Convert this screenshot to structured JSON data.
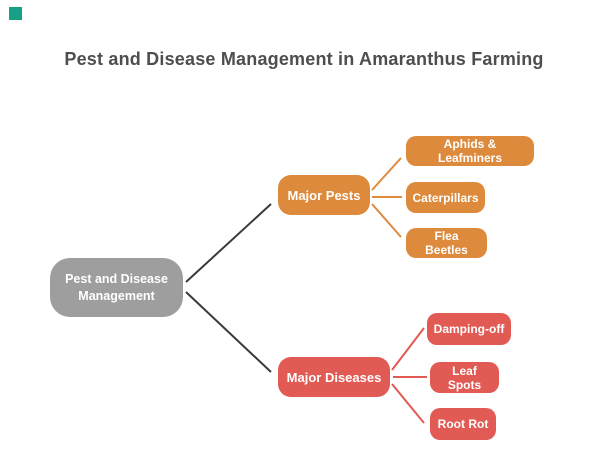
{
  "title": "Pest and Disease Management in Amaranthus Farming",
  "colors": {
    "brand_square": "#16a085",
    "root_fill": "#9e9e9e",
    "pests_fill": "#de8a3c",
    "diseases_fill": "#e25a54",
    "root_connector": "#3a3a3a",
    "node_text": "#ffffff",
    "title_text": "#4e4e4e",
    "background": "#ffffff"
  },
  "diagram": {
    "type": "mindmap",
    "root": {
      "label": "Pest and Disease Management"
    },
    "branches": [
      {
        "label": "Major Pests",
        "color": "#de8a3c",
        "children": [
          {
            "label": "Aphids & Leafminers"
          },
          {
            "label": "Caterpillars"
          },
          {
            "label": "Flea Beetles"
          }
        ]
      },
      {
        "label": "Major Diseases",
        "color": "#e25a54",
        "children": [
          {
            "label": "Damping-off"
          },
          {
            "label": "Leaf Spots"
          },
          {
            "label": "Root Rot"
          }
        ]
      }
    ]
  }
}
